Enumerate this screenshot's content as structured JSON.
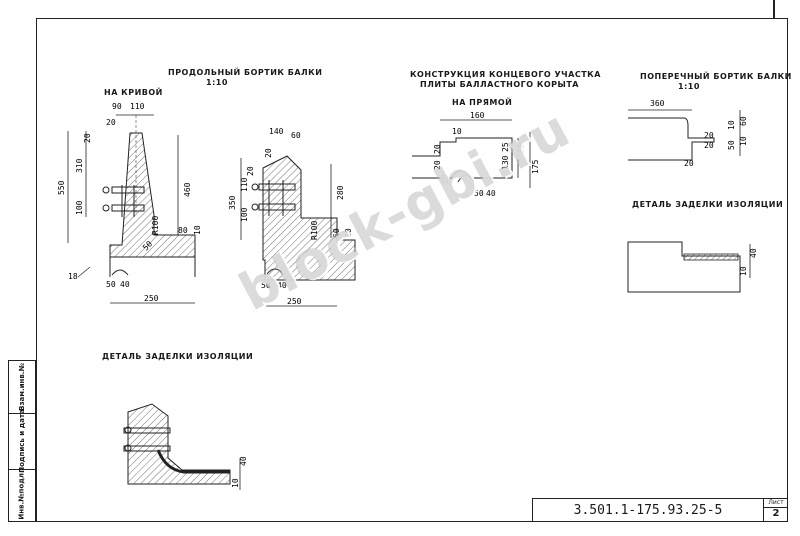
{
  "headings": {
    "longitudinal_curb": "ПРОДОЛЬНЫЙ БОРТИК БАЛКИ",
    "longitudinal_scale": "1:10",
    "on_curve": "НА КРИВОЙ",
    "end_section": "КОНСТРУКЦИЯ КОНЦЕВОГО УЧАСТКА",
    "ballast_slab": "ПЛИТЫ БАЛЛАСТНОГО КОРЫТА",
    "on_straight": "НА ПРЯМОЙ",
    "transverse_curb": "ПОПЕРЕЧНЫЙ БОРТИК БАЛКИ",
    "transverse_scale": "1:10",
    "insulation_detail_right": "ДЕТАЛЬ ЗАДЕЛКИ ИЗОЛЯЦИИ",
    "insulation_detail_left": "ДЕТАЛЬ ЗАДЕЛКИ ИЗОЛЯЦИИ"
  },
  "dims_left": [
    "90",
    "110",
    "20",
    "20",
    "310",
    "550",
    "100",
    "460",
    "R100",
    "80",
    "10",
    "50",
    "50",
    "40",
    "250",
    "18"
  ],
  "dims_mid": [
    "140",
    "60",
    "20",
    "20",
    "350",
    "110",
    "100",
    "280",
    "R100",
    "60",
    "10",
    "50",
    "40",
    "250"
  ],
  "dims_end": [
    "160",
    "10",
    "25",
    "20",
    "20",
    "20",
    "130",
    "175",
    "20",
    "50",
    "40"
  ],
  "dims_transverse": [
    "360",
    "60",
    "10",
    "20",
    "20",
    "50",
    "10",
    "20"
  ],
  "dims_detail_right": [
    "40",
    "10"
  ],
  "dims_detail_left": [
    "40",
    "10"
  ],
  "side_stamp": [
    "Инв.№подл.",
    "Подпись и дата",
    "Взам.инв.№"
  ],
  "title_block": {
    "code": "3.501.1-175.93.25-5",
    "sheet_label": "Лист",
    "sheet_number": "2"
  },
  "watermark": "block-gbi.ru"
}
